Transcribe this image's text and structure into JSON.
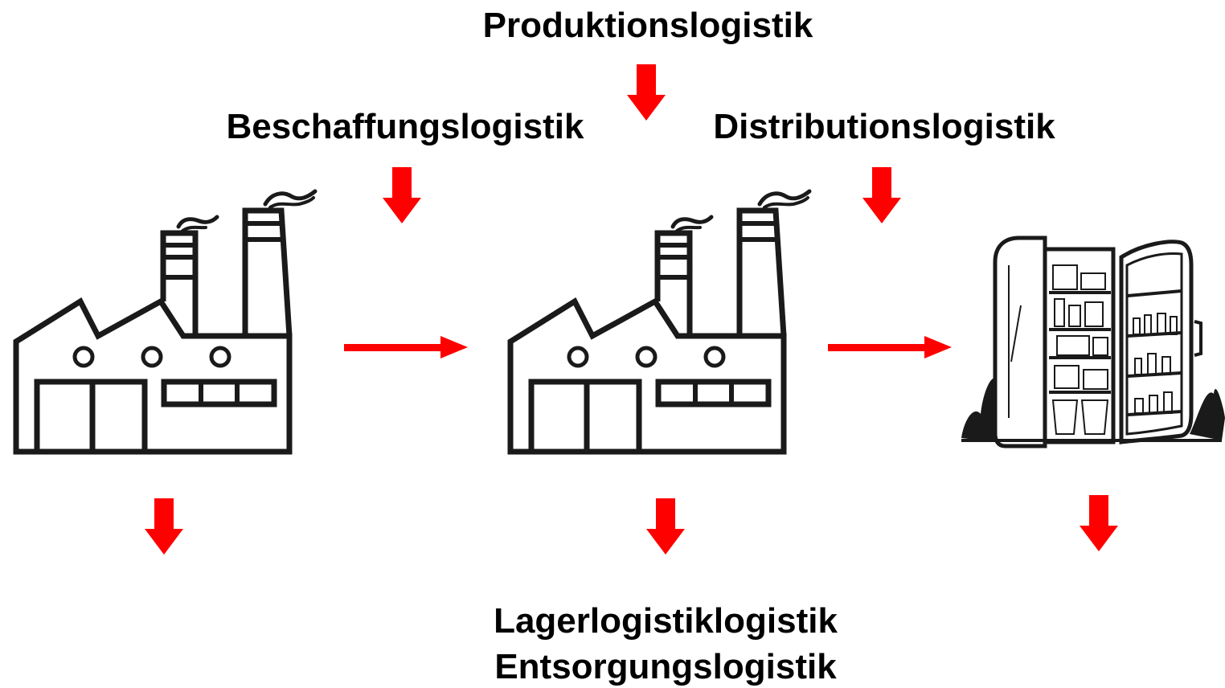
{
  "labels": {
    "produktion": "Produktionslogistik",
    "beschaffung": "Beschaffungslogistik",
    "distribution": "Distributionslogistik",
    "lager": "Lagerlogistiklogistik",
    "entsorgung": "Entsorgungslogistik"
  },
  "colors": {
    "arrow": "#ff0000",
    "line": "#1a1a1a"
  },
  "icons": [
    "factory-icon",
    "factory-icon",
    "refrigerator-icon"
  ]
}
